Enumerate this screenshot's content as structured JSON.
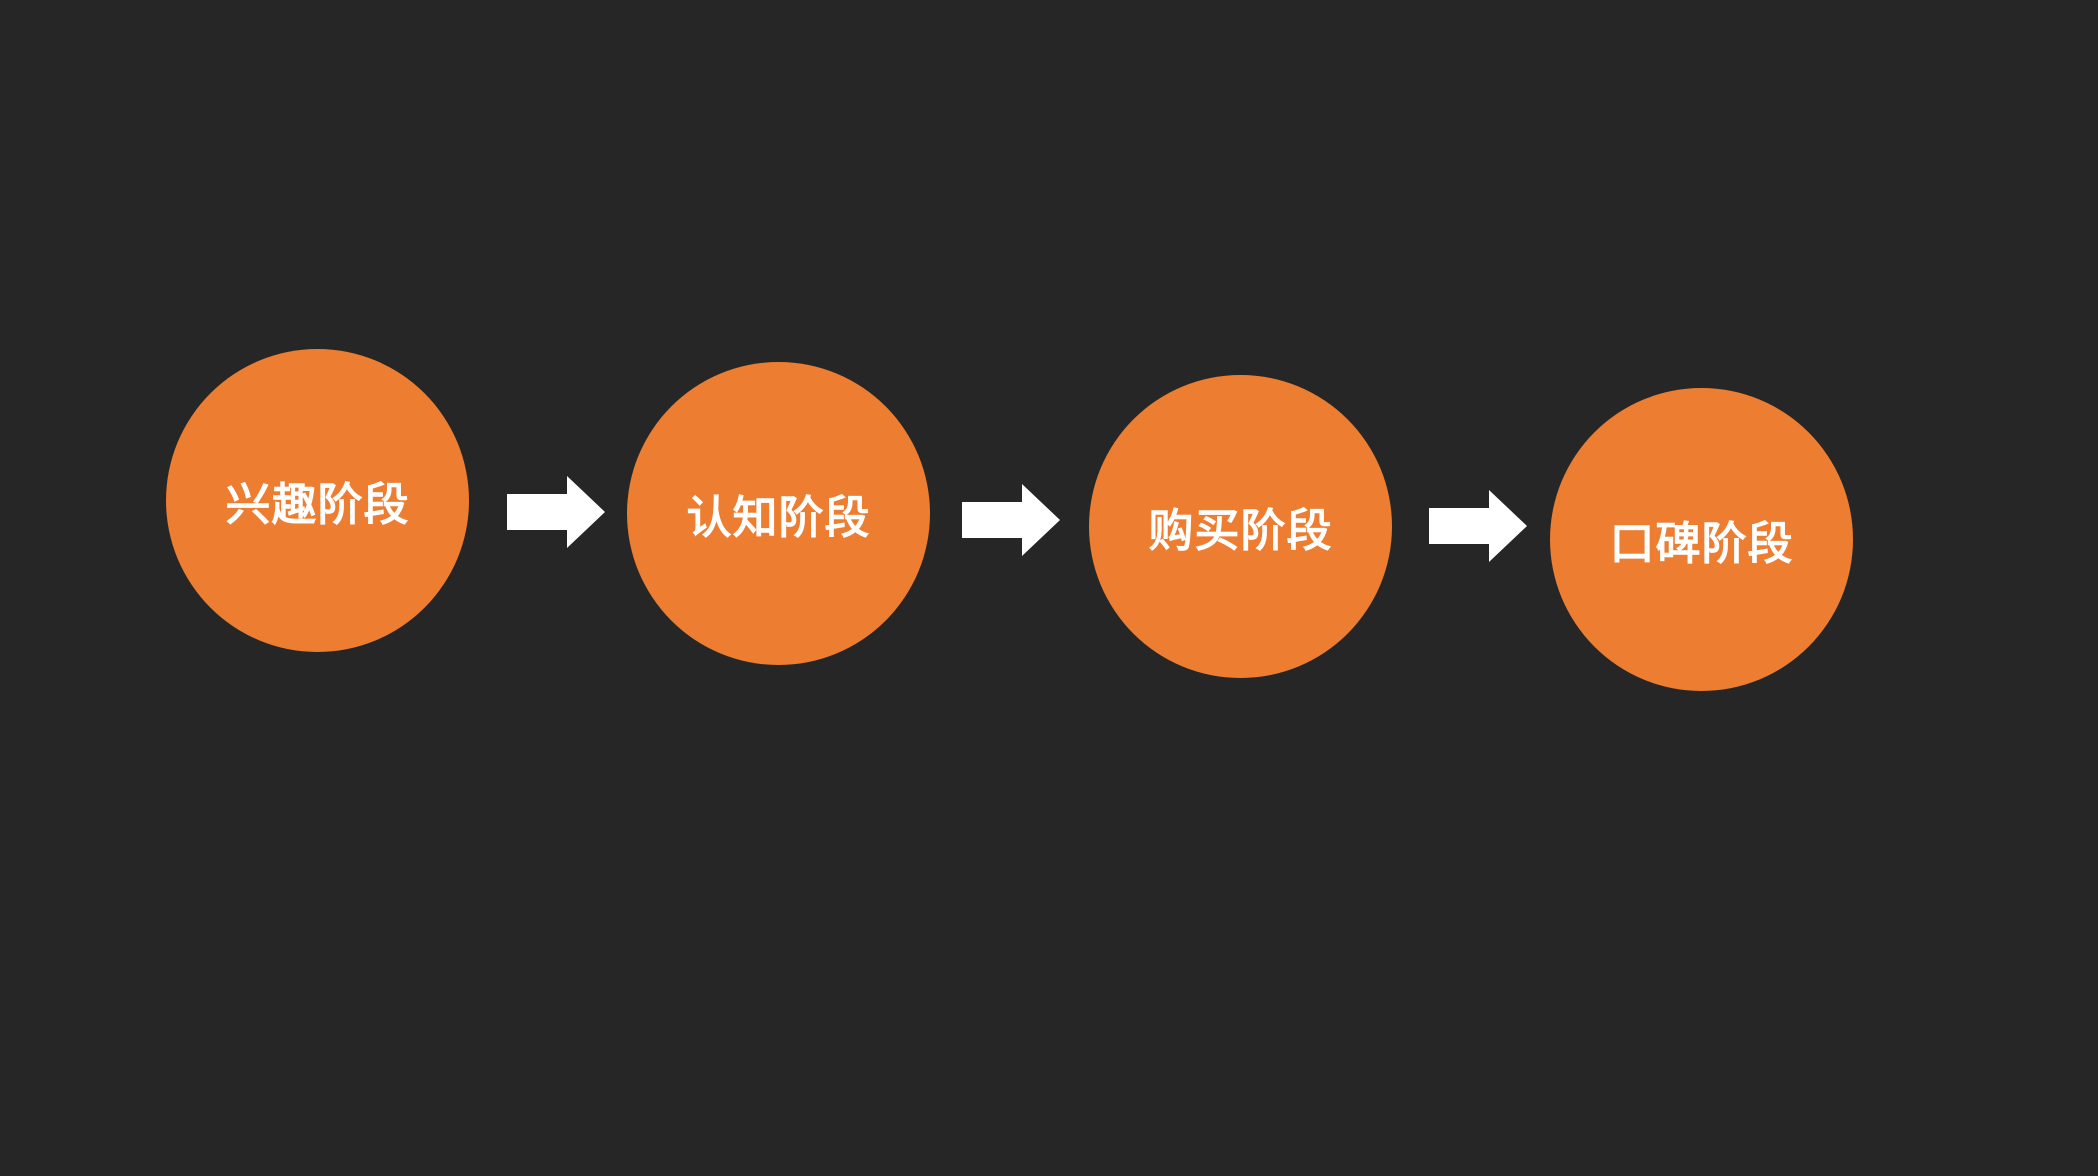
{
  "colors": {
    "background": "#262626",
    "stage_fill": "#ed7d31",
    "text": "#ffffff",
    "arrow": "#ffffff"
  },
  "stages": [
    {
      "label": "兴趣阶段"
    },
    {
      "label": "认知阶段"
    },
    {
      "label": "购买阶段"
    },
    {
      "label": "口碑阶段"
    }
  ],
  "connectors": [
    {
      "icon": "right-arrow-icon"
    },
    {
      "icon": "right-arrow-icon"
    },
    {
      "icon": "right-arrow-icon"
    }
  ]
}
